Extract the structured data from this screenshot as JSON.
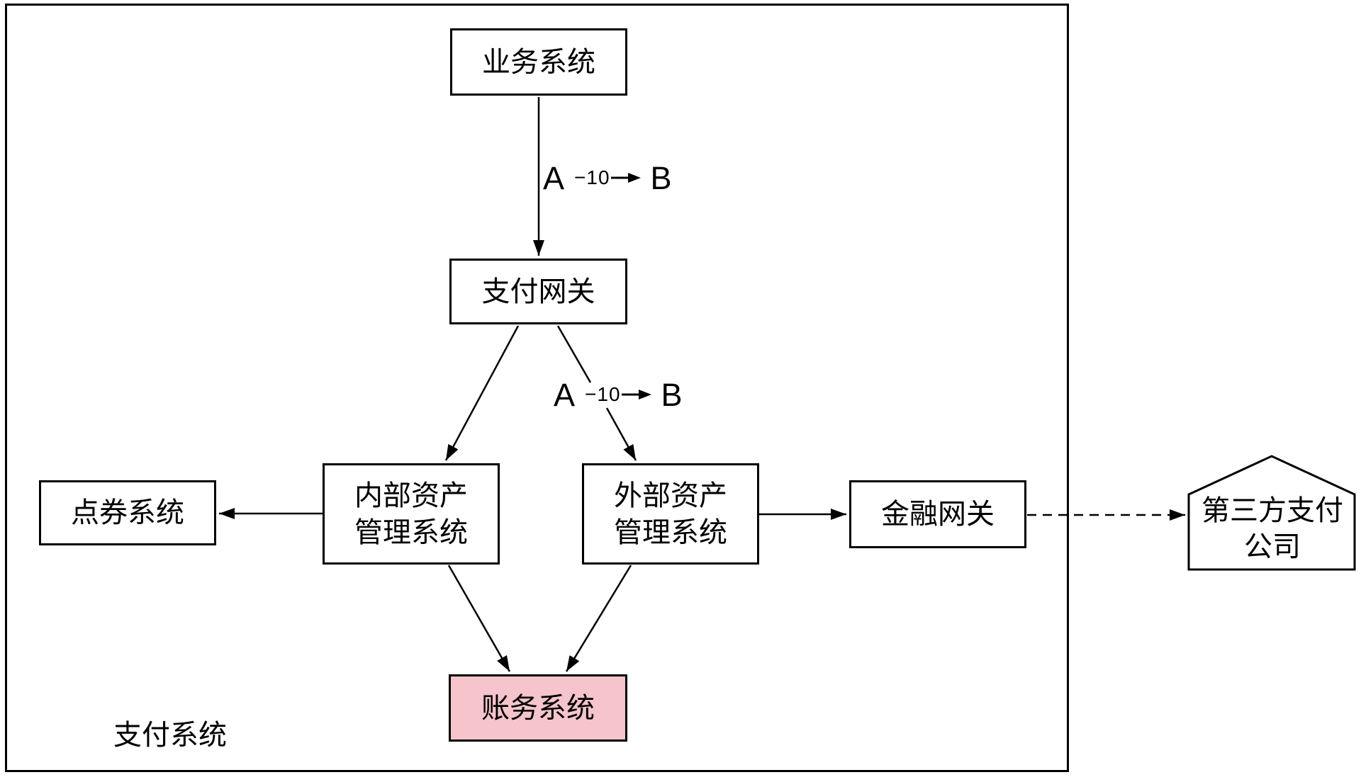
{
  "diagram": {
    "boundary_label": "支付系统",
    "nodes": {
      "business": {
        "label": "业务系统"
      },
      "payment_gateway": {
        "label": "支付网关"
      },
      "internal_asset": {
        "line1": "内部资产",
        "line2": "管理系统"
      },
      "external_asset": {
        "line1": "外部资产",
        "line2": "管理系统"
      },
      "voucher": {
        "label": "点券系统"
      },
      "finance_gateway": {
        "label": "金融网关"
      },
      "accounting": {
        "label": "账务系统"
      },
      "third_party": {
        "line1": "第三方支付",
        "line2": "公司"
      }
    },
    "edge_labels": {
      "transfer1": {
        "from": "A",
        "amount": "−10",
        "to": "B"
      },
      "transfer2": {
        "from": "A",
        "amount": "−10",
        "to": "B"
      }
    },
    "colors": {
      "accounting_fill": "#F6C4CB",
      "stroke": "#000000"
    }
  }
}
